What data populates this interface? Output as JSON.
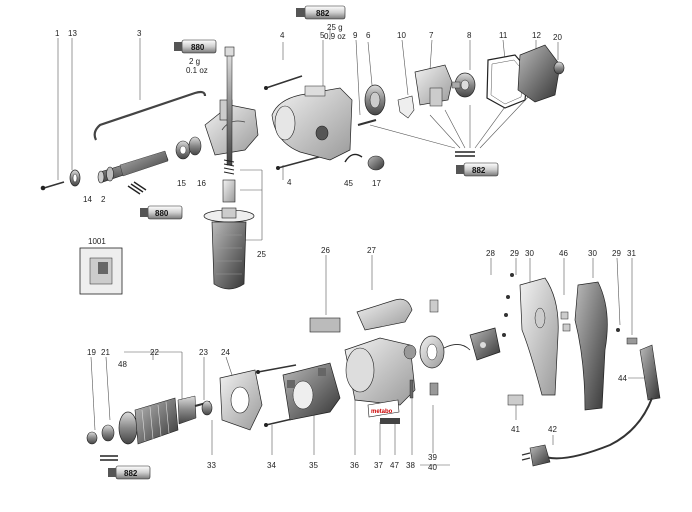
{
  "diagram": {
    "part_numbers": {
      "p1": "1",
      "p13": "13",
      "p3": "3",
      "p4a": "4",
      "p5": "5",
      "p9": "9",
      "p6": "6",
      "p10": "10",
      "p7": "7",
      "p8": "8",
      "p11": "11",
      "p12": "12",
      "p20": "20",
      "p14": "14",
      "p2": "2",
      "p15": "15",
      "p16": "16",
      "p4b": "4",
      "p45": "45",
      "p17": "17",
      "p1001": "1001",
      "p25": "25",
      "p26": "26",
      "p27": "27",
      "p28": "28",
      "p29a": "29",
      "p30a": "30",
      "p46": "46",
      "p30b": "30",
      "p29b": "29",
      "p31": "31",
      "p19": "19",
      "p21": "21",
      "p22": "22",
      "p23": "23",
      "p24": "24",
      "p48": "48",
      "p44": "44",
      "p41": "41",
      "p42": "42",
      "p33": "33",
      "p34": "34",
      "p35": "35",
      "p36": "36",
      "p37": "37",
      "p47": "47",
      "p38": "38",
      "p39": "39",
      "p40": "40"
    },
    "grease_tubes": {
      "t_top": "882",
      "t_880a": "880",
      "t_880b": "880",
      "t_882a": "882",
      "t_882b": "882"
    },
    "grease_amounts": {
      "a1_line1": "2 g",
      "a1_line2": "0.1 oz",
      "a2_line1": "25 g",
      "a2_line2": "0.9 oz"
    },
    "brand_label": "metabo"
  }
}
